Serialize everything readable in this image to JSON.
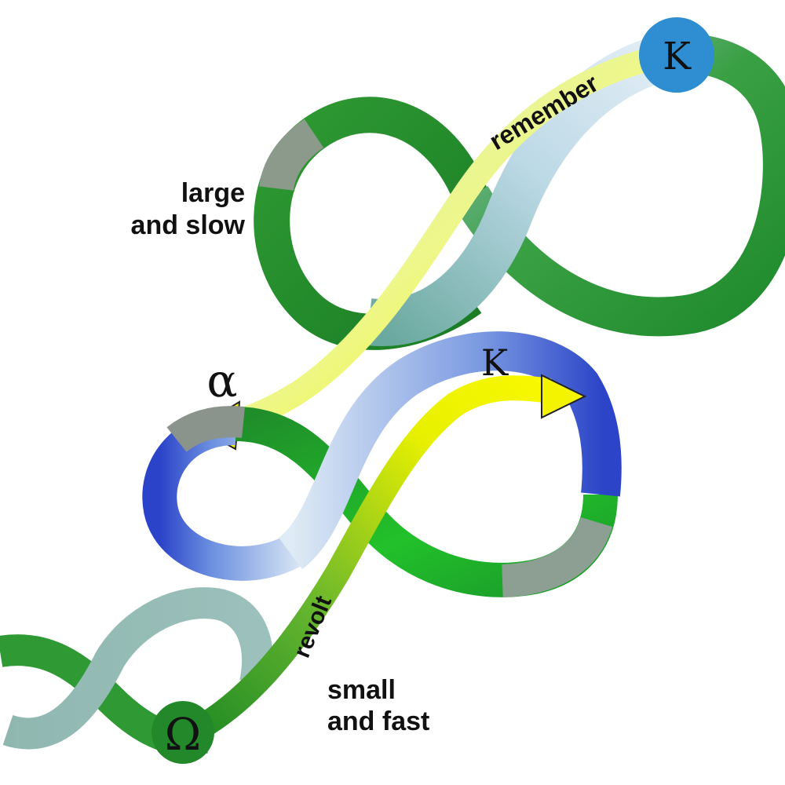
{
  "labels": {
    "top_line1": "large",
    "top_line2": "and  slow",
    "bottom_line1": "small",
    "bottom_line2": "and fast",
    "remember": "remember",
    "revolt": "revolt",
    "k_top": "K",
    "k_middle": "K",
    "alpha": "α",
    "omega": "Ω"
  },
  "colors": {
    "green_dark": "#1f8a2b",
    "green_mid": "#3aaa3a",
    "green_light": "#7fcf4a",
    "teal": "#7fb0a8",
    "blue": "#2a4fd6",
    "blue_pale": "#dbe6f3",
    "yellow": "#f6f600",
    "k_circle": "#2e8ed1"
  }
}
